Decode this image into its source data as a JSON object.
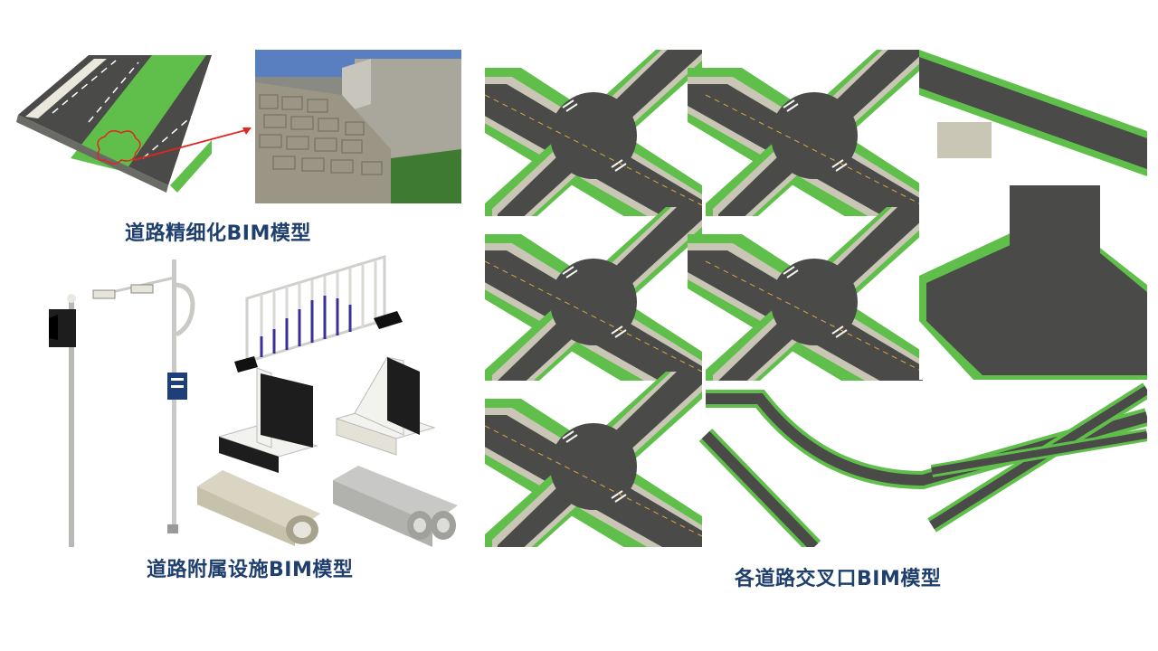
{
  "captions": {
    "road_detail": "道路精细化BIM模型",
    "road_facilities": "道路附属设施BIM模型",
    "intersections": "各道路交叉口BIM模型"
  },
  "colors": {
    "asphalt": "#4a4a48",
    "verge": "#5fbf4a",
    "sidewalk": "#c9c6b6",
    "caption": "#1f3f6e",
    "annotation_arrow": "#e0261d"
  },
  "icons": [
    "traffic-light-icon",
    "street-lamp-icon",
    "road-sign-icon",
    "fence-icon",
    "barrier-icon",
    "pipe-icon"
  ]
}
